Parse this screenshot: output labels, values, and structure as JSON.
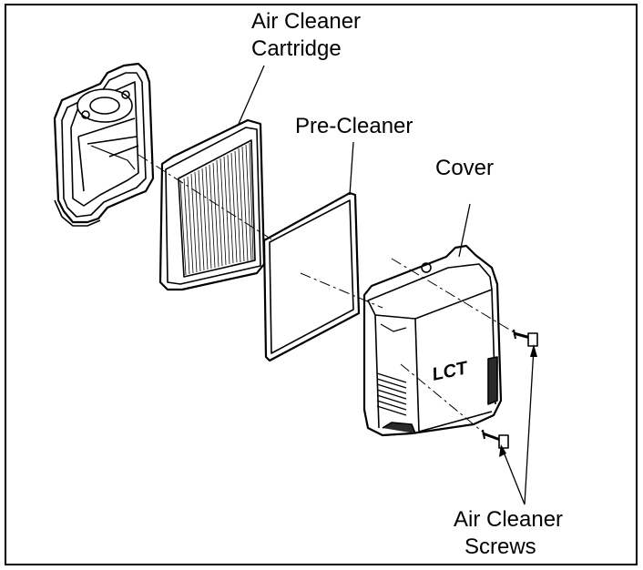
{
  "labels": {
    "cartridge_line1": "Air Cleaner",
    "cartridge_line2": "Cartridge",
    "pre_cleaner": "Pre-Cleaner",
    "cover": "Cover",
    "screws_line1": "Air Cleaner",
    "screws_line2": "Screws"
  },
  "logo_text": "LCT",
  "colors": {
    "line": "#000000",
    "background": "#ffffff",
    "shade": "#2a2a2a"
  }
}
